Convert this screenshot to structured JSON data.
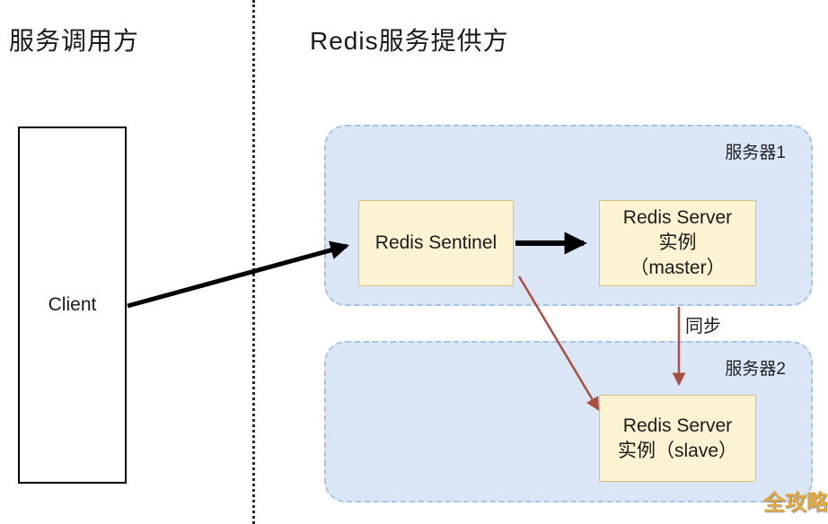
{
  "colors": {
    "container-fill": "#dbe7f6",
    "container-border": "#a9c4e0",
    "box-fill": "#fcf3d2",
    "box-border": "#dcc07a",
    "arrow-black": "#000000",
    "arrow-red": "#a94f42",
    "watermark-gold": "#e2a93c",
    "text": "#1a1a1a"
  },
  "left_panel": {
    "title": "服务调用方",
    "client_label": "Client"
  },
  "right_panel": {
    "title": "Redis服务提供方",
    "server1": {
      "label": "服务器1",
      "sentinel_label": "Redis Sentinel",
      "master_lines": [
        "Redis Server",
        "实例",
        "（master）"
      ]
    },
    "server2": {
      "label": "服务器2",
      "slave_lines": [
        "Redis Server",
        "实例（slave）"
      ]
    },
    "sync_label": "同步"
  },
  "watermark": "全攻略"
}
